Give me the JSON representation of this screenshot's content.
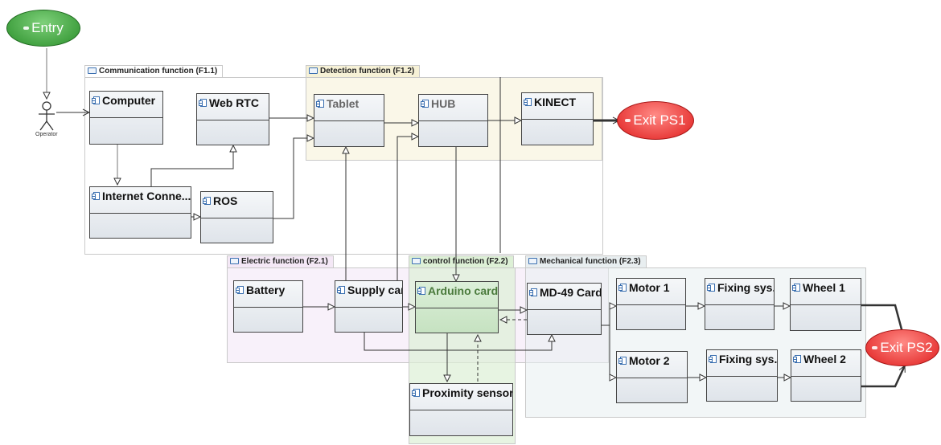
{
  "entry": {
    "label": "Entry",
    "color": "#2f9a2f"
  },
  "exits": [
    {
      "label": "Exit PS1",
      "color": "#e3201f"
    },
    {
      "label": "Exit PS2",
      "color": "#e3201f"
    }
  ],
  "operator": {
    "label": "Operator"
  },
  "regions": {
    "communication": {
      "label": "Communication function (F1.1)"
    },
    "detection": {
      "label": "Detection function (F1.2)"
    },
    "electric": {
      "label": "Electric function (F2.1)"
    },
    "control": {
      "label": "control function (F2.2)"
    },
    "mechanical": {
      "label": "Mechanical function (F2.3)"
    }
  },
  "blocks": {
    "computer": "Computer",
    "webrtc": "Web RTC",
    "tablet": "Tablet",
    "hub": "HUB",
    "kinect": "KINECT",
    "internet": "Internet Conne...",
    "ros": "ROS",
    "battery": "Battery",
    "supply": "Supply card",
    "arduino": "Arduino card",
    "md49": "MD-49 Card",
    "motor1": "Motor 1",
    "motor2": "Motor 2",
    "fixing1": "Fixing sys...",
    "fixing2": "Fixing sys...",
    "wheel1": "Wheel 1",
    "wheel2": "Wheel 2",
    "proximity": "Proximity sensors"
  }
}
